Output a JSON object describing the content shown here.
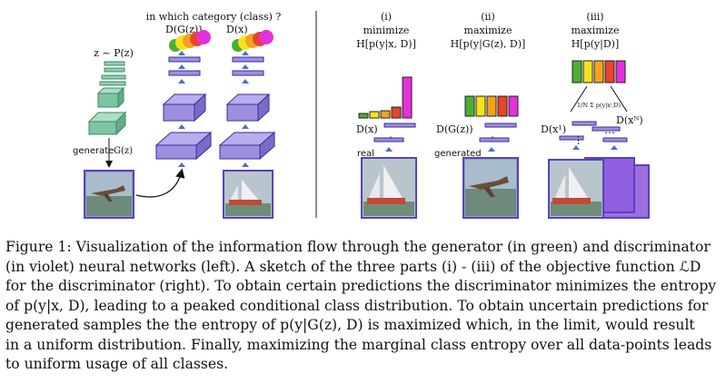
{
  "figure": {
    "left_panel": {
      "question": "in which category (class) ?",
      "dgz_label": "D(G(z))",
      "dx_label": "D(x)",
      "z_label": "z ~ P(z)",
      "generate_label": "generate",
      "gz_label": "G(z)"
    },
    "panel_i": {
      "number": "(i)",
      "action": "minimize",
      "formula": "H[p(y|x, D)]",
      "d_label": "D(x)",
      "sample_label": "real"
    },
    "panel_ii": {
      "number": "(ii)",
      "action": "maximize",
      "formula": "H[p(y|G(z), D)]",
      "d_label": "D(G(z))",
      "sample_label": "generated"
    },
    "panel_iii": {
      "number": "(iii)",
      "action": "maximize",
      "formula": "H[p(y|D)]",
      "d_first_label": "D(x¹)",
      "d_last_label": "D(xᴺ)",
      "marginal_label": "1/N Σ p(y|xⁱ,D)"
    },
    "colors": {
      "generator_green": "#7fc4a2",
      "discriminator_violet": "#9d8fe0",
      "class_colors": [
        "#4caf32",
        "#f5e31a",
        "#f4a21c",
        "#e8432c",
        "#e431d9"
      ]
    }
  },
  "caption": [
    "Figure 1: Visualization of the information flow through the generator (in green) and discriminator",
    "(in violet) neural networks (left). A sketch of the three parts (i) - (iii) of the objective function ℒD",
    "for the discriminator (right). To obtain certain predictions the discriminator minimizes the entropy",
    "of p(y|x, D), leading to a peaked conditional class distribution. To obtain uncertain predictions for",
    "generated samples the the entropy of p(y|G(z), D) is maximized which, in the limit, would result",
    "in a uniform distribution. Finally, maximizing the marginal class entropy over all data-points leads",
    "to uniform usage of all classes."
  ]
}
